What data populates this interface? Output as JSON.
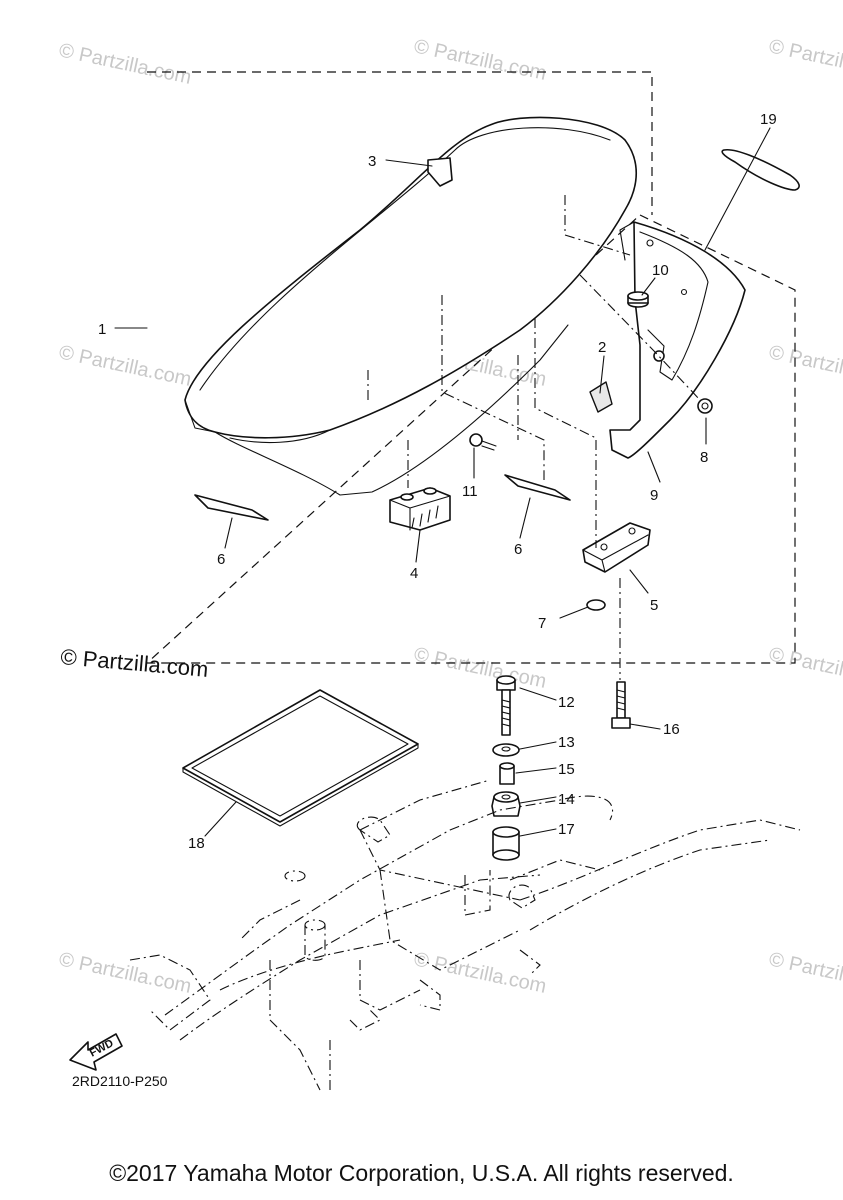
{
  "watermark_text": "© Partzilla.com",
  "brand_text": "© Partzilla.com",
  "diagram_code": "2RD2110-P250",
  "fwd_label": "FWD",
  "copyright": "©2017 Yamaha Motor Corporation, U.S.A. All rights reserved.",
  "callouts": [
    "1",
    "2",
    "3",
    "4",
    "5",
    "6",
    "6",
    "7",
    "8",
    "9",
    "10",
    "11",
    "12",
    "13",
    "14",
    "15",
    "16",
    "17",
    "18",
    "19"
  ]
}
